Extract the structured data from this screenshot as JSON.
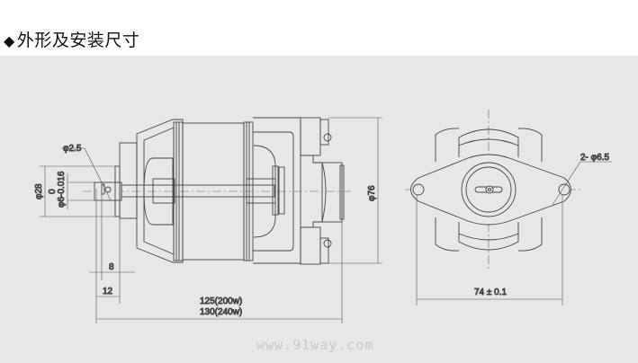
{
  "header": {
    "bullet_icon": "diamond-icon",
    "title": "外形及安装尺寸"
  },
  "side_view": {
    "dim_hole": "φ2.5",
    "dim_flange_dia": "φ28",
    "dim_shaft_tol": "0",
    "dim_shaft_dia": "φ6-0.016",
    "dim_8": "8",
    "dim_12": "12",
    "dim_len_200w": "125(200w)",
    "dim_len_240w": "130(240w)",
    "dim_body_dia": "φ76"
  },
  "end_view": {
    "dim_holes": "2- φ6.5",
    "dim_hole_spacing": "74 ± 0.1"
  },
  "watermark": "www.91way.com"
}
